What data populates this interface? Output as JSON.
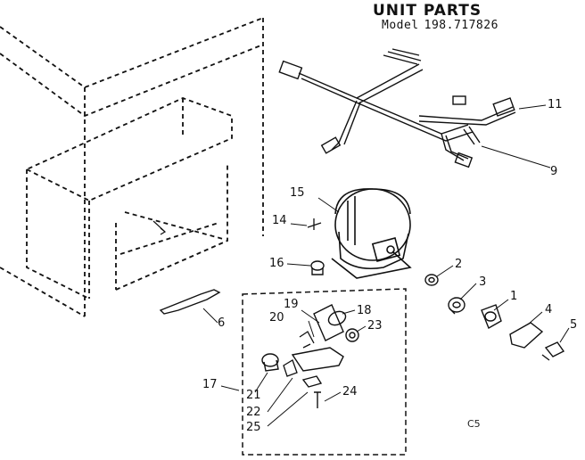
{
  "header": {
    "title": "UNIT PARTS",
    "model_label": "Model",
    "model_number": "198.717826"
  },
  "footer_code": "C5",
  "callouts": {
    "c1": "1",
    "c2": "2",
    "c3": "3",
    "c4": "4",
    "c5": "5",
    "c6": "6",
    "c9": "9",
    "c11": "11",
    "c14": "14",
    "c15": "15",
    "c16": "16",
    "c17": "17",
    "c18": "18",
    "c19": "19",
    "c20": "20",
    "c21": "21",
    "c22": "22",
    "c23": "23",
    "c24": "24",
    "c25": "25"
  }
}
